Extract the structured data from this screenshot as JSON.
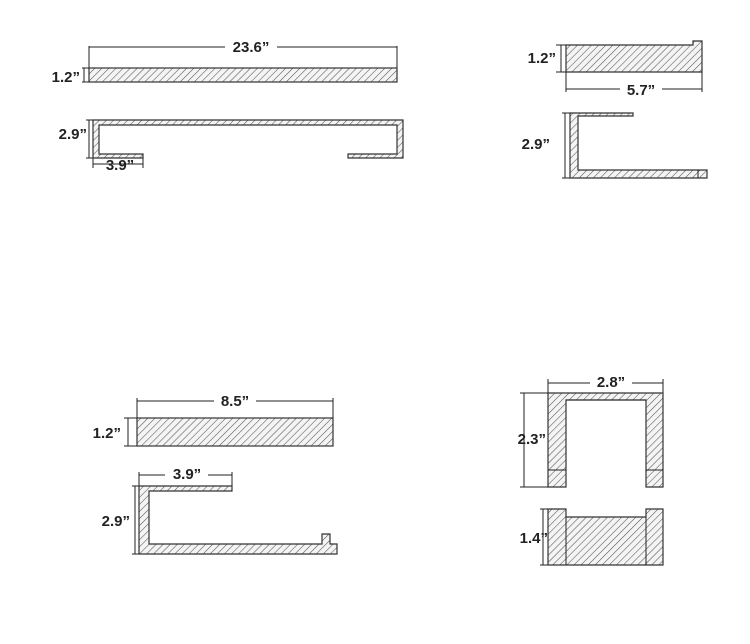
{
  "colors": {
    "ink": "#333333",
    "hatch": "#555555",
    "background": "#ffffff"
  },
  "diagrams": {
    "towel_bar": {
      "length": "23.6”",
      "thickness": "1.2”",
      "height": "2.9”",
      "return_depth": "3.9”"
    },
    "towel_hook": {
      "thickness": "1.2”",
      "length": "5.7”",
      "height": "2.9”"
    },
    "paper_holder": {
      "length": "8.5”",
      "thickness": "1.2”",
      "arm_length": "3.9”",
      "height": "2.9”"
    },
    "robe_hook": {
      "width": "2.8”",
      "height": "2.3”",
      "base_height": "1.4”"
    }
  }
}
